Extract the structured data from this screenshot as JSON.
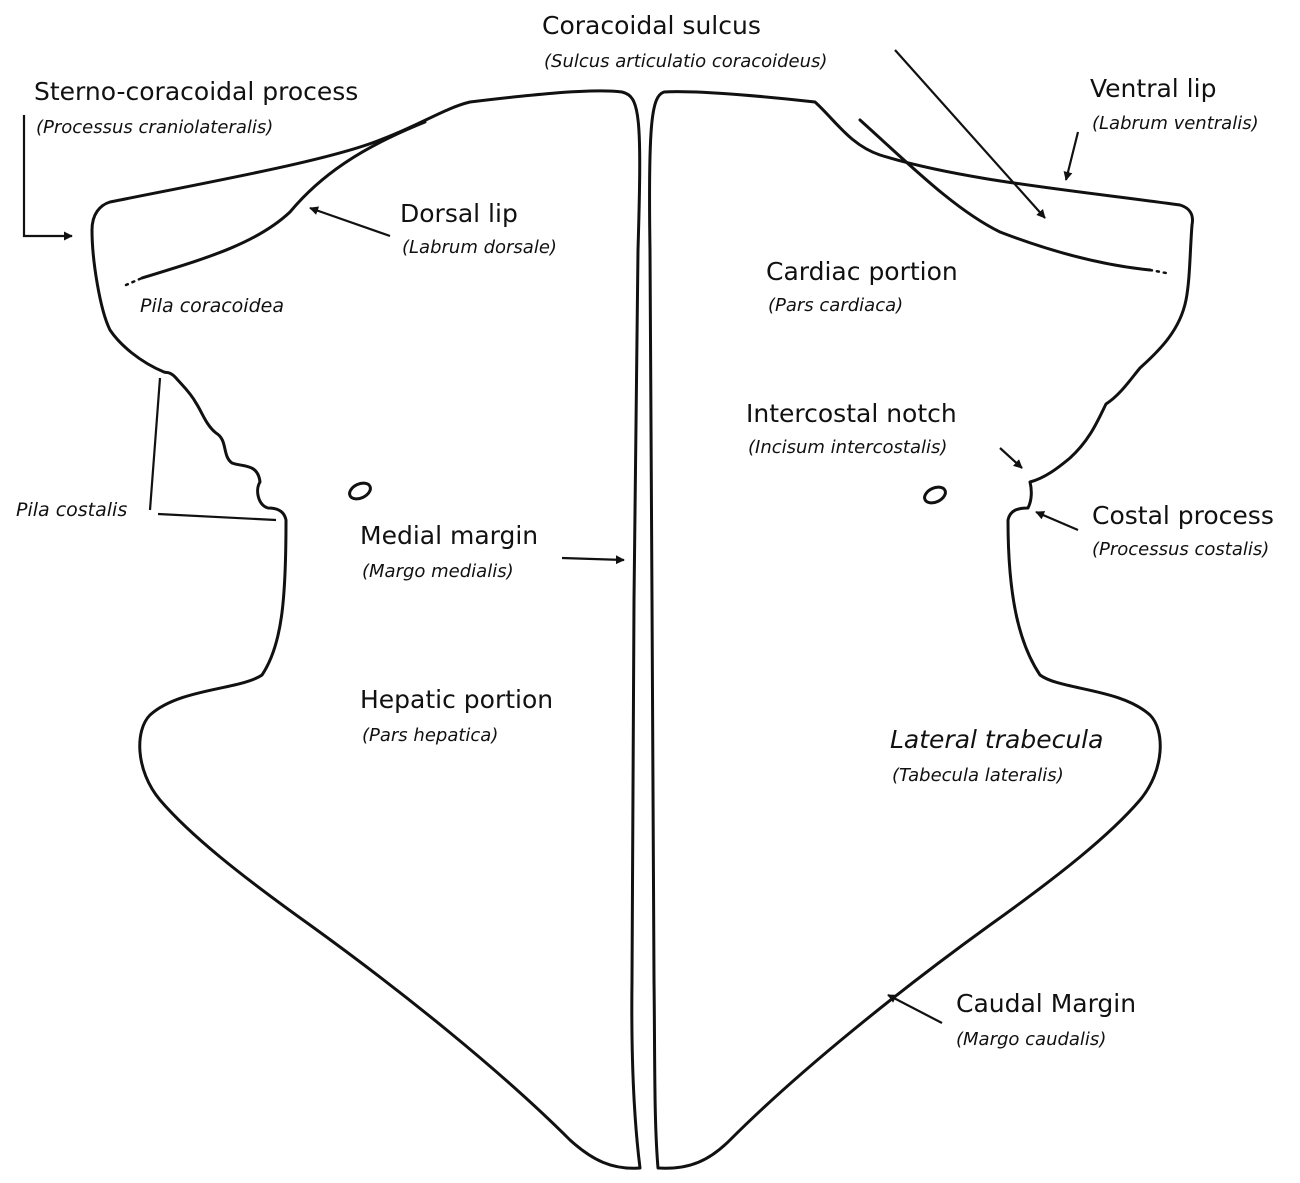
{
  "labels": {
    "coracoidal_sulcus": {
      "name": "Coracoidal sulcus",
      "latin": "(Sulcus articulatio coracoideus)"
    },
    "sterno_coracoidal_process": {
      "name": "Sterno-coracoidal process",
      "latin": "(Processus craniolateralis)"
    },
    "ventral_lip": {
      "name": "Ventral lip",
      "latin": "(Labrum ventralis)"
    },
    "dorsal_lip": {
      "name": "Dorsal lip",
      "latin": "(Labrum dorsale)"
    },
    "cardiac_portion": {
      "name": "Cardiac portion",
      "latin": "(Pars cardiaca)"
    },
    "pila_coracoidea": {
      "name": "Pila coracoidea"
    },
    "intercostal_notch": {
      "name": "Intercostal notch",
      "latin": "(Incisum intercostalis)"
    },
    "pila_costalis": {
      "name": "Pila costalis"
    },
    "costal_process": {
      "name": "Costal process",
      "latin": "(Processus costalis)"
    },
    "medial_margin": {
      "name": "Medial margin",
      "latin": "(Margo medialis)"
    },
    "hepatic_portion": {
      "name": "Hepatic portion",
      "latin": "(Pars hepatica)"
    },
    "lateral_trabecula": {
      "name": "Lateral trabecula",
      "latin": "(Tabecula lateralis)"
    },
    "caudal_margin": {
      "name": "Caudal Margin",
      "latin": "(Margo caudalis)"
    }
  },
  "colors": {
    "stroke": "#111111",
    "background": "#ffffff"
  }
}
